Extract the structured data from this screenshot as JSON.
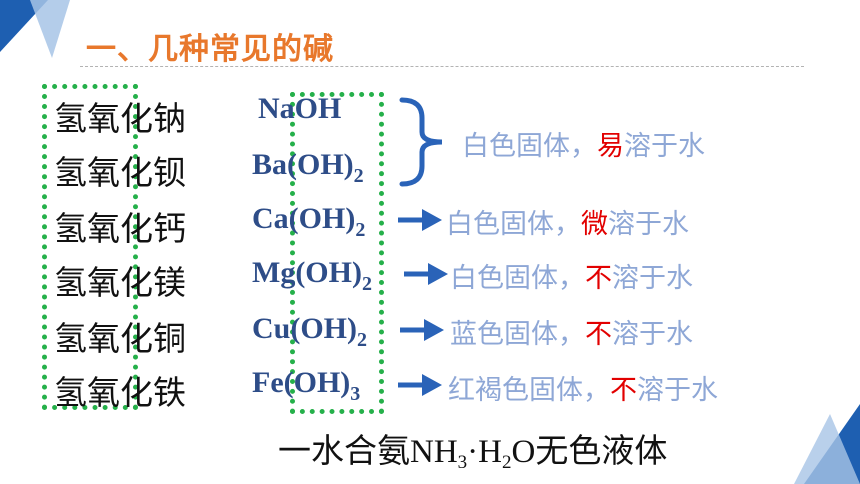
{
  "title": "一、几种常见的碱",
  "bases": [
    {
      "name": "氢氧化钠",
      "formula": "NaOH",
      "sub": ""
    },
    {
      "name": "氢氧化钡",
      "formula": "Ba(OH)",
      "sub": "2"
    },
    {
      "name": "氢氧化钙",
      "formula": "Ca(OH)",
      "sub": "2"
    },
    {
      "name": "氢氧化镁",
      "formula": "Mg(OH)",
      "sub": "2"
    },
    {
      "name": "氢氧化铜",
      "formula": "Cu(OH)",
      "sub": "2"
    },
    {
      "name": "氢氧化铁",
      "formula": "Fe(OH)",
      "sub": "3"
    }
  ],
  "properties": [
    {
      "pre": "白色固体，",
      "key": "易",
      "post": "溶于水"
    },
    {
      "pre": "白色固体，",
      "key": "微",
      "post": "溶于水"
    },
    {
      "pre": "白色固体，",
      "key": "不",
      "post": "溶于水"
    },
    {
      "pre": "蓝色固体，",
      "key": "不",
      "post": "溶于水"
    },
    {
      "pre": "红褐色固体，",
      "key": "不",
      "post": "溶于水"
    }
  ],
  "ammonia": {
    "name": "一水合氨",
    "n": "NH",
    "n_sub": "3",
    "dot": "·",
    "h": "H",
    "h_sub": "2",
    "o": "O",
    "desc": "无色液体"
  },
  "colors": {
    "title": "#e8782c",
    "formula": "#2e4d88",
    "property": "#8ea7d6",
    "keyword": "#e20000",
    "box": "#25b04a",
    "arrow": "#2a63b8"
  }
}
